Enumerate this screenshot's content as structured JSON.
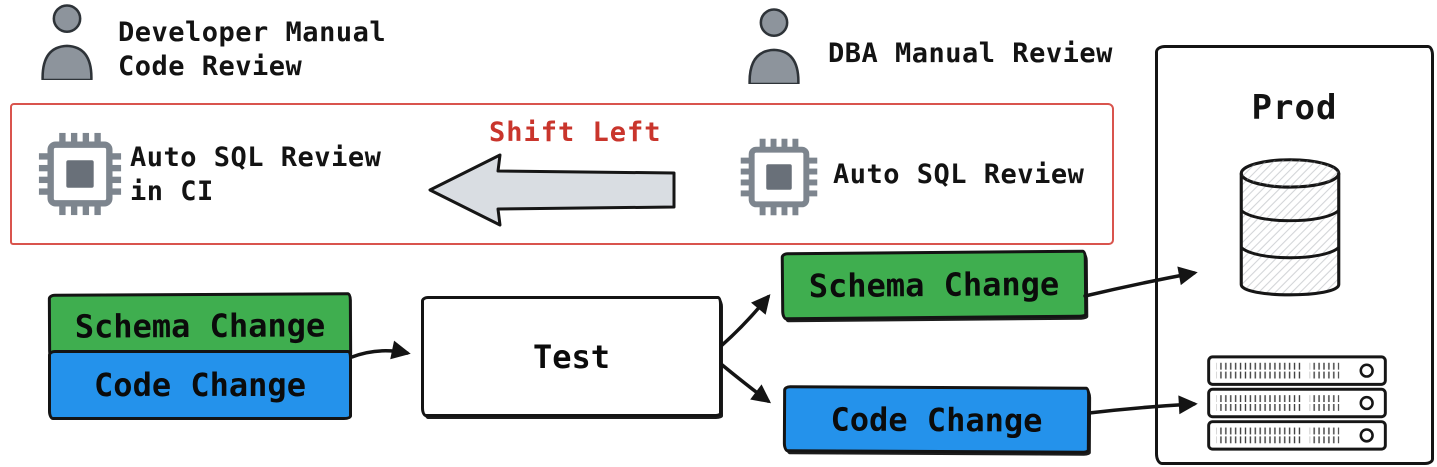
{
  "colors": {
    "green": "#3fae4f",
    "blue": "#2492eb",
    "red_border": "#d9544d",
    "red_text": "#c9352c",
    "icon_gray": "#7d858e",
    "arrow_fill": "#d9dde2"
  },
  "people": {
    "developer_label": "Developer Manual\nCode Review",
    "dba_label": "DBA Manual Review"
  },
  "shift_left": {
    "title": "Shift Left",
    "auto_sql_ci_label": "Auto SQL Review\nin CI",
    "auto_sql_label": "Auto SQL Review"
  },
  "pipeline": {
    "schema_change_left": "Schema Change",
    "code_change_left": "Code Change",
    "test_label": "Test",
    "schema_change_right": "Schema Change",
    "code_change_right": "Code Change"
  },
  "prod": {
    "title": "Prod"
  },
  "icons": {
    "developer": "person-icon",
    "dba": "person-icon",
    "auto_sql_ci": "chip-icon",
    "auto_sql": "chip-icon",
    "shift_left_arrow": "left-block-arrow-icon",
    "database": "database-icon",
    "servers": "server-stack-icon"
  }
}
